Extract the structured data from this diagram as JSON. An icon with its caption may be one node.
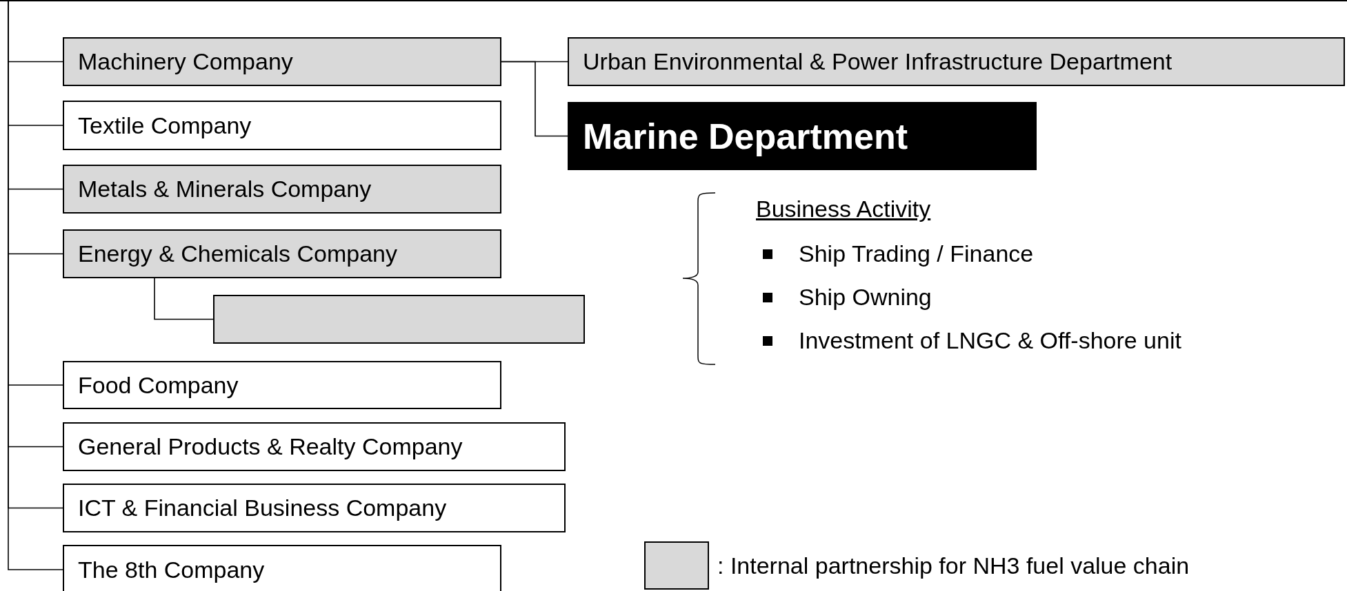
{
  "diagram": {
    "nodes": [
      {
        "text": [
          "Machinery Company"
        ]
      },
      {
        "text": [
          "Textile Company"
        ]
      },
      {
        "text": [
          "Metals & Minerals Company"
        ]
      },
      {
        "text": [
          "Energy & Chemicals Company"
        ]
      },
      {
        "text": [],
        "shape": "box"
      },
      {
        "text": [
          "Food Company"
        ]
      },
      {
        "text": [
          "General Products & Realty Company"
        ]
      },
      {
        "text": [
          "ICT & Financial Business Company"
        ]
      },
      {
        "text": [
          "The 8th Company"
        ]
      },
      {
        "text": [
          "Urban Environmental & Power Infrastructure Department"
        ]
      },
      {
        "text": [
          "Marine Department"
        ]
      }
    ],
    "edges": [
      {
        "from": null,
        "to": 0,
        "arrow": "none"
      },
      {
        "from": null,
        "to": 1,
        "arrow": "none"
      },
      {
        "from": null,
        "to": 2,
        "arrow": "none"
      },
      {
        "from": null,
        "to": 3,
        "arrow": "none"
      },
      {
        "from": null,
        "to": 5,
        "arrow": "none"
      },
      {
        "from": null,
        "to": 6,
        "arrow": "none"
      },
      {
        "from": null,
        "to": 7,
        "arrow": "none"
      },
      {
        "from": null,
        "to": 8,
        "arrow": "none"
      },
      {
        "from": 3,
        "to": 4,
        "arrow": "none"
      },
      {
        "from": 0,
        "to": 9,
        "arrow": "none"
      },
      {
        "from": 0,
        "to": 10,
        "arrow": "none"
      }
    ],
    "labels": [
      "Business Activity",
      "Ship Trading / Finance",
      "Ship Owning",
      "Investment of LNGC & Off-shore unit"
    ],
    "legend": [
      {
        "text": ": Internal partnership for NH3 fuel value chain",
        "color": "#d9d9d9"
      }
    ]
  }
}
